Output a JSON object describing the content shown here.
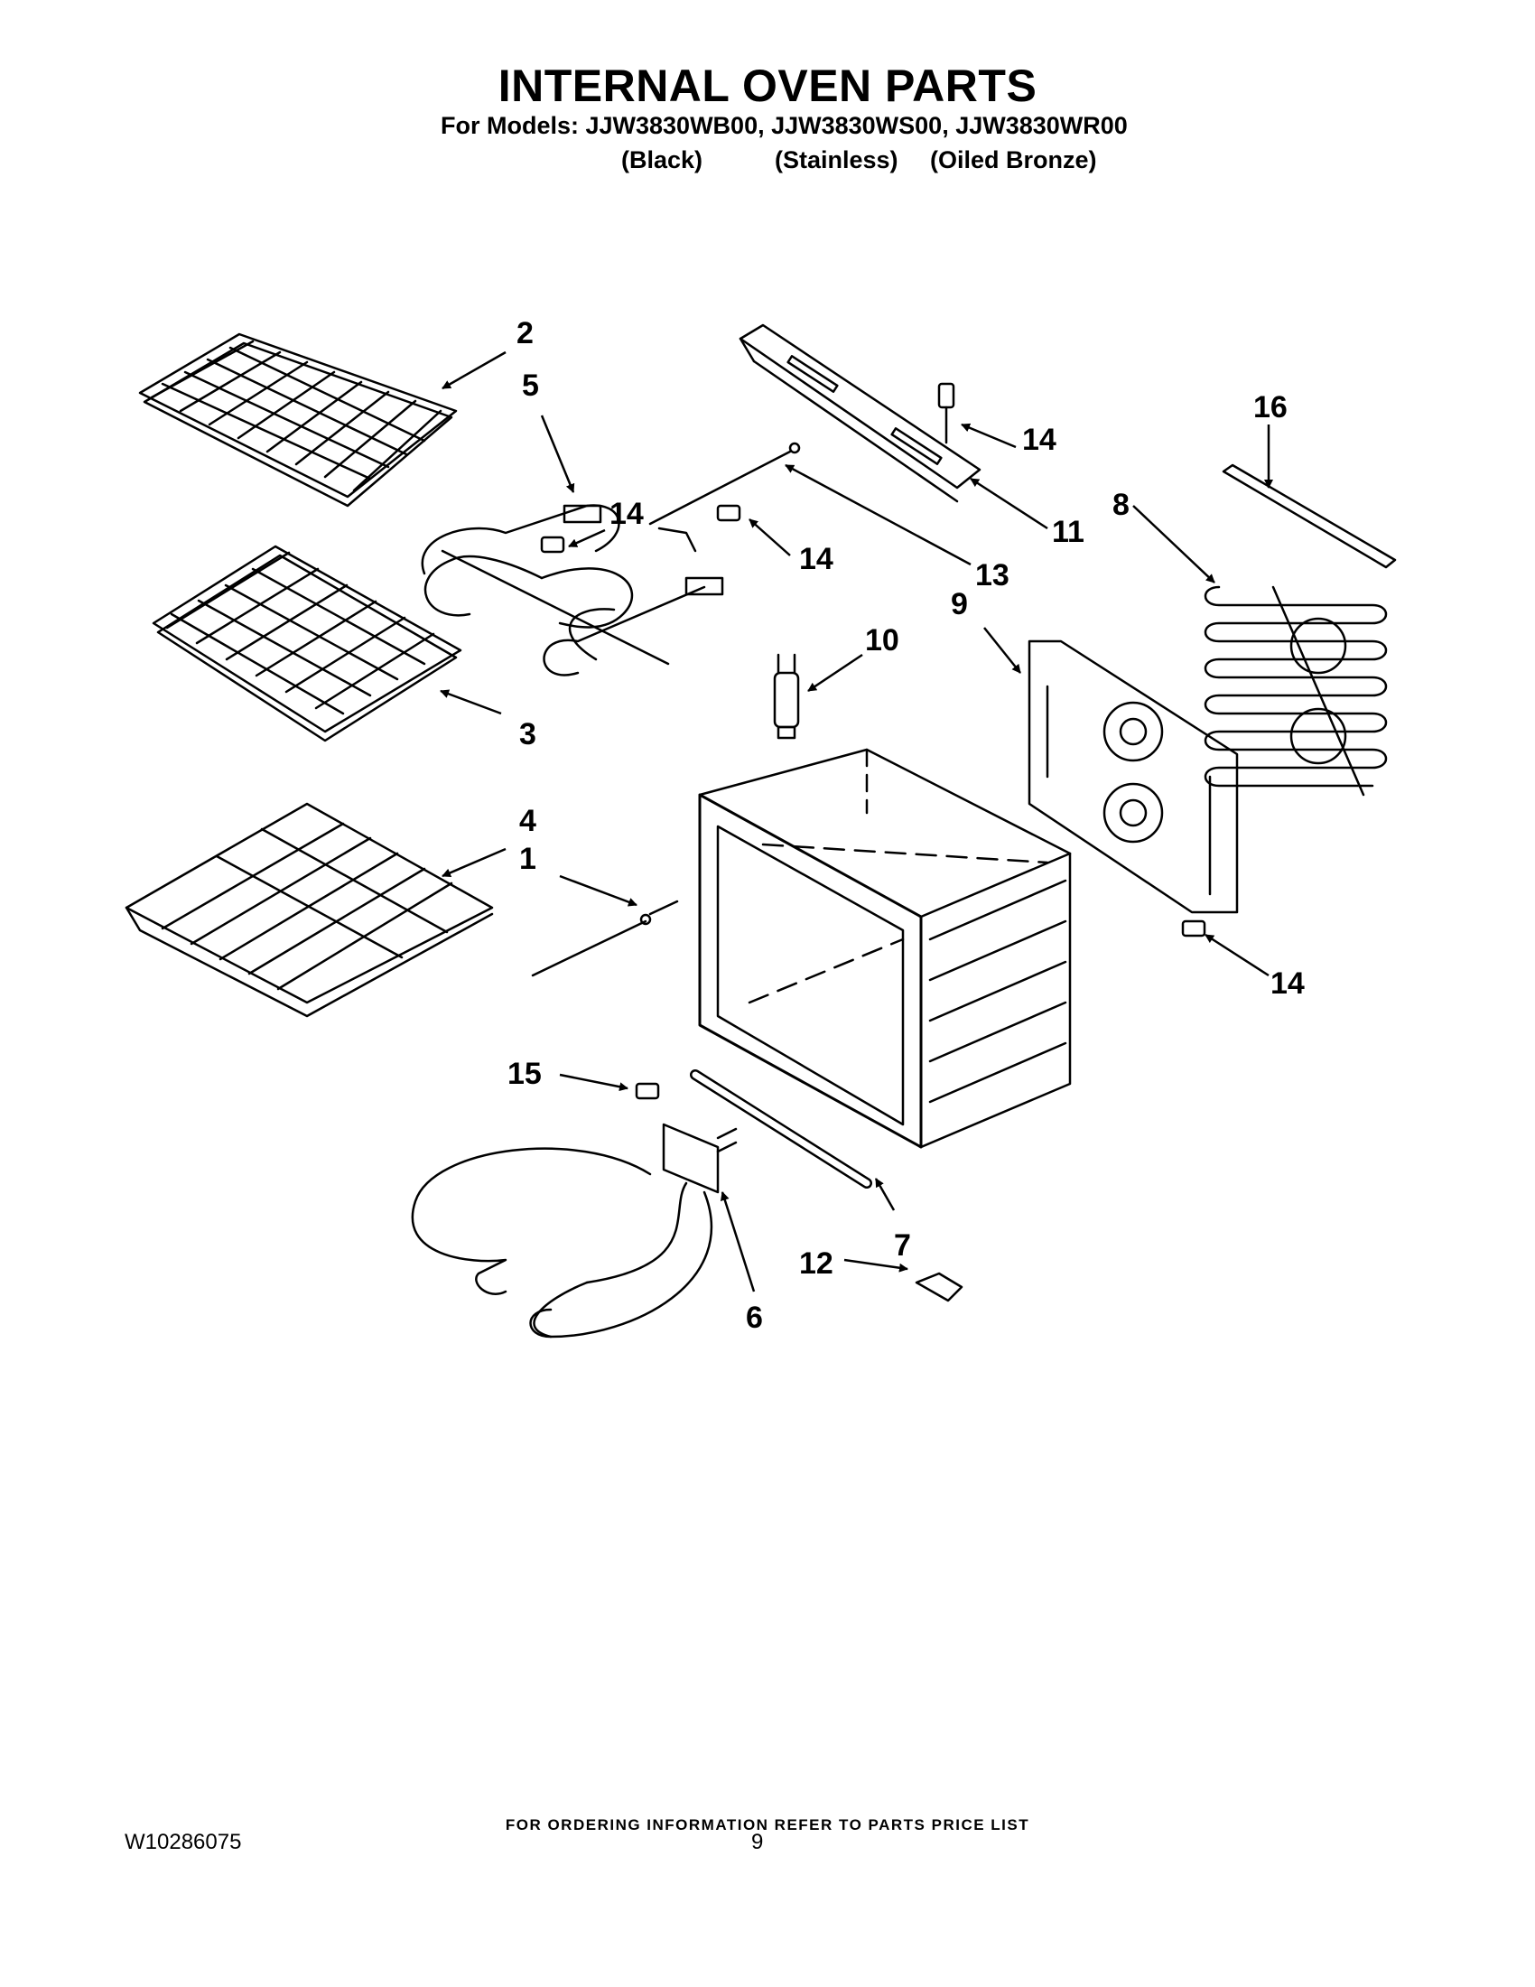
{
  "header": {
    "title": "INTERNAL OVEN PARTS",
    "models_line": "For Models: JJW3830WB00, JJW3830WS00, JJW3830WR00",
    "colors": [
      "(Black)",
      "(Stainless)",
      "(Oiled Bronze)"
    ]
  },
  "callouts": [
    "1",
    "2",
    "3",
    "4",
    "5",
    "6",
    "7",
    "8",
    "9",
    "10",
    "11",
    "12",
    "13",
    "14",
    "14",
    "14",
    "14",
    "15",
    "16"
  ],
  "footer": {
    "note": "FOR ORDERING INFORMATION REFER TO PARTS PRICE LIST",
    "doc_number": "W10286075",
    "page_number": "9"
  }
}
